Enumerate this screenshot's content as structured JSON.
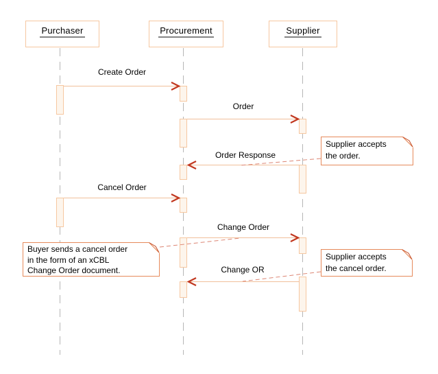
{
  "diagram_type": "uml-sequence-diagram",
  "colors": {
    "frame_border": "#f6c7a0",
    "activation_fill": "#fdf5ec",
    "message_line": "#f1bf9a",
    "arrowhead": "#c1371f",
    "note_border": "#e6895a",
    "note_fold": "#c24a24",
    "anchor": "#dc8472",
    "lifeline": "#b6b6b6",
    "title_underline": "#848484",
    "text": "#000000"
  },
  "actors": [
    {
      "name": "Purchaser"
    },
    {
      "name": "Procurement"
    },
    {
      "name": "Supplier"
    }
  ],
  "messages": [
    {
      "label": "Create Order",
      "from": "Purchaser",
      "to": "Procurement",
      "direction": "right"
    },
    {
      "label": "Order",
      "from": "Procurement",
      "to": "Supplier",
      "direction": "right"
    },
    {
      "label": "Order Response",
      "from": "Supplier",
      "to": "Procurement",
      "direction": "left"
    },
    {
      "label": "Cancel Order",
      "from": "Purchaser",
      "to": "Procurement",
      "direction": "right"
    },
    {
      "label": "Change Order",
      "from": "Procurement",
      "to": "Supplier",
      "direction": "right"
    },
    {
      "label": "Change OR",
      "from": "Supplier",
      "to": "Procurement",
      "direction": "left"
    }
  ],
  "notes": [
    {
      "lines": [
        "Supplier accepts",
        "the order."
      ]
    },
    {
      "lines": [
        "Buyer sends a cancel order",
        "in the form of an xCBL",
        "Change Order document."
      ]
    },
    {
      "lines": [
        "Supplier accepts",
        "the cancel order."
      ]
    }
  ]
}
